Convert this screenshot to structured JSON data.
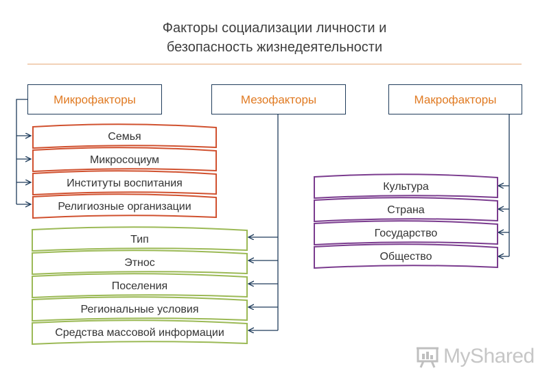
{
  "title_line1": "Факторы социализации личности и",
  "title_line2": "безопасность жизнедеятельности",
  "headers": {
    "micro": "Микрофакторы",
    "meso": "Мезофакторы",
    "macro": "Макрофакторы"
  },
  "micro_items": [
    "Семья",
    "Микросоциум",
    "Институты воспитания",
    "Религиозные организации"
  ],
  "meso_items": [
    "Тип",
    "Этнос",
    "Поселения",
    "Региональные условия",
    "Средства массовой информации"
  ],
  "macro_items": [
    "Культура",
    "Страна",
    "Государство",
    "Общество"
  ],
  "logo": {
    "text": "MyShared"
  },
  "colors": {
    "header_border": "#1e3b5a",
    "header_text": "#e07a22",
    "micro": "#d0502e",
    "meso": "#9bb955",
    "macro": "#7a3b8e",
    "connector": "#1e3b5a",
    "rule": "#e6a978"
  }
}
